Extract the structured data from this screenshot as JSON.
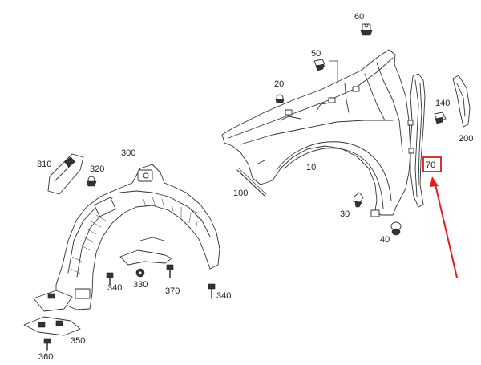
{
  "labels": {
    "l60": "60",
    "l50": "50",
    "l20": "20",
    "l140": "140",
    "l200": "200",
    "l10": "10",
    "l70": "70",
    "l100": "100",
    "l30": "30",
    "l40": "40",
    "l310": "310",
    "l300": "300",
    "l320": "320",
    "l340a": "340",
    "l330": "330",
    "l370": "370",
    "l340b": "340",
    "l360": "360",
    "l350": "350"
  },
  "highlight": {
    "part": "70",
    "box_color": "#d40000",
    "arrow_color": "#e02020"
  }
}
